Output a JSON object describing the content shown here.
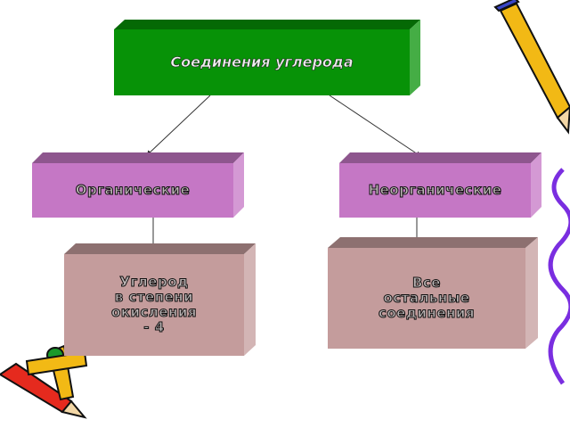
{
  "root": {
    "label": "Соединения углерода",
    "color": "#079207"
  },
  "categories": [
    {
      "label": "Органические",
      "color": "#c577c5"
    },
    {
      "label": "Неорганические",
      "color": "#c577c5"
    }
  ],
  "details": [
    {
      "label": "Углерод\nв степени\nокисления\n- 4",
      "color": "#c49c9c"
    },
    {
      "label": "Все\nостальные\nсоединения",
      "color": "#c49c9c"
    }
  ]
}
